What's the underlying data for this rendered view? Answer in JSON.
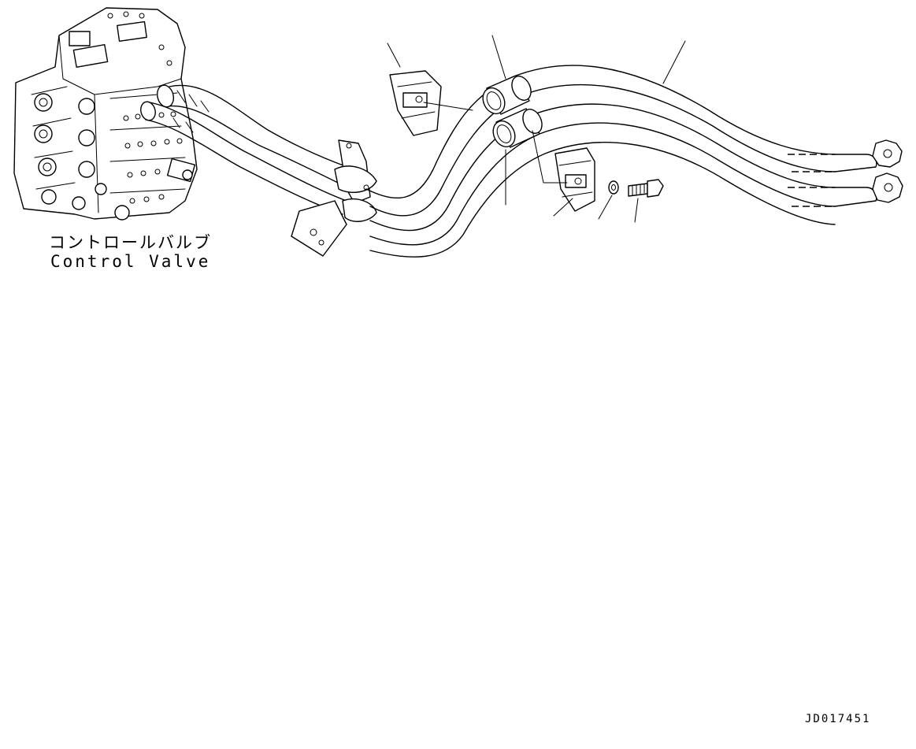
{
  "labels": {
    "component_jp": "コントロールバルブ",
    "component_en": "Control Valve"
  },
  "drawing_id": "JD017451",
  "icons": [
    "control-valve-illustration",
    "hose",
    "clamp",
    "sleeve",
    "washer",
    "bolt",
    "bracket"
  ]
}
